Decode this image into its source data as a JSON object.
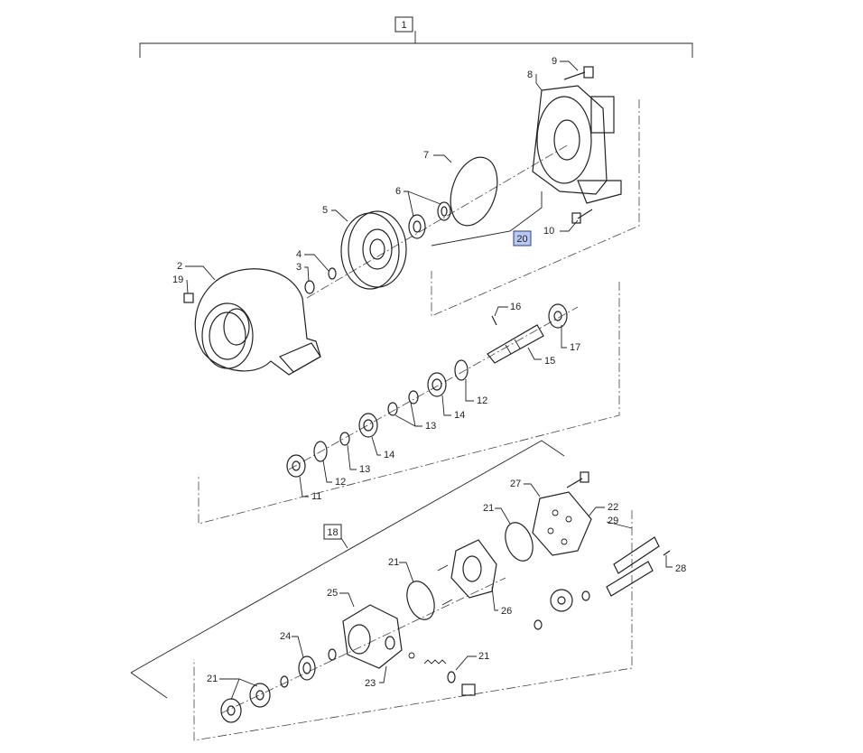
{
  "assembly": {
    "label": "1"
  },
  "subassembly": {
    "label": "18"
  },
  "highlighted_ref": {
    "label": "20"
  },
  "callouts": [
    {
      "id": "c9",
      "text": "9"
    },
    {
      "id": "c8",
      "text": "8"
    },
    {
      "id": "c7",
      "text": "7"
    },
    {
      "id": "c6",
      "text": "6"
    },
    {
      "id": "c5",
      "text": "5"
    },
    {
      "id": "c10",
      "text": "10"
    },
    {
      "id": "c2",
      "text": "2"
    },
    {
      "id": "c19",
      "text": "19"
    },
    {
      "id": "c4",
      "text": "4"
    },
    {
      "id": "c3",
      "text": "3"
    },
    {
      "id": "c16",
      "text": "16"
    },
    {
      "id": "c17",
      "text": "17"
    },
    {
      "id": "c15",
      "text": "15"
    },
    {
      "id": "c12a",
      "text": "12"
    },
    {
      "id": "c14a",
      "text": "14"
    },
    {
      "id": "c13a",
      "text": "13"
    },
    {
      "id": "c14b",
      "text": "14"
    },
    {
      "id": "c13b",
      "text": "13"
    },
    {
      "id": "c12b",
      "text": "12"
    },
    {
      "id": "c11",
      "text": "11"
    },
    {
      "id": "c27",
      "text": "27"
    },
    {
      "id": "c22",
      "text": "22"
    },
    {
      "id": "c29",
      "text": "29"
    },
    {
      "id": "c21a",
      "text": "21"
    },
    {
      "id": "c28",
      "text": "28"
    },
    {
      "id": "c21b",
      "text": "21"
    },
    {
      "id": "c25",
      "text": "25"
    },
    {
      "id": "c26",
      "text": "26"
    },
    {
      "id": "c24",
      "text": "24"
    },
    {
      "id": "c21c",
      "text": "21"
    },
    {
      "id": "c21d",
      "text": "21"
    },
    {
      "id": "c23",
      "text": "23"
    }
  ]
}
